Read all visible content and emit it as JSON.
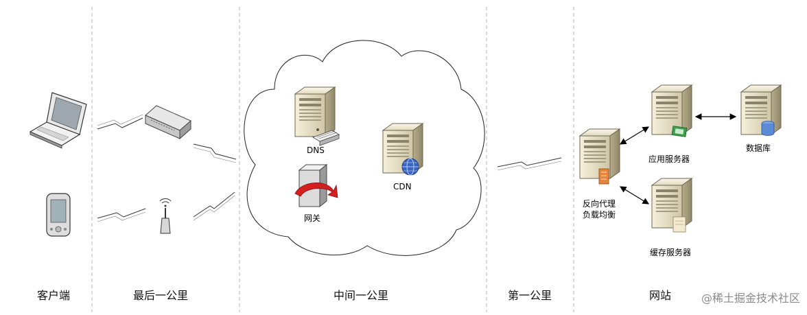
{
  "sections": {
    "client": "客户端",
    "last_mile": "最后一公里",
    "middle_mile": "中间一公里",
    "first_mile": "第一公里",
    "website": "网站"
  },
  "nodes": {
    "dns": "DNS",
    "gateway": "网关",
    "cdn": "CDN",
    "reverse_proxy_line1": "反向代理",
    "reverse_proxy_line2": "负载均衡",
    "app_server": "应用服务器",
    "cache_server": "缓存服务器",
    "database": "数据库"
  },
  "watermark": "@稀土掘金技术社区"
}
